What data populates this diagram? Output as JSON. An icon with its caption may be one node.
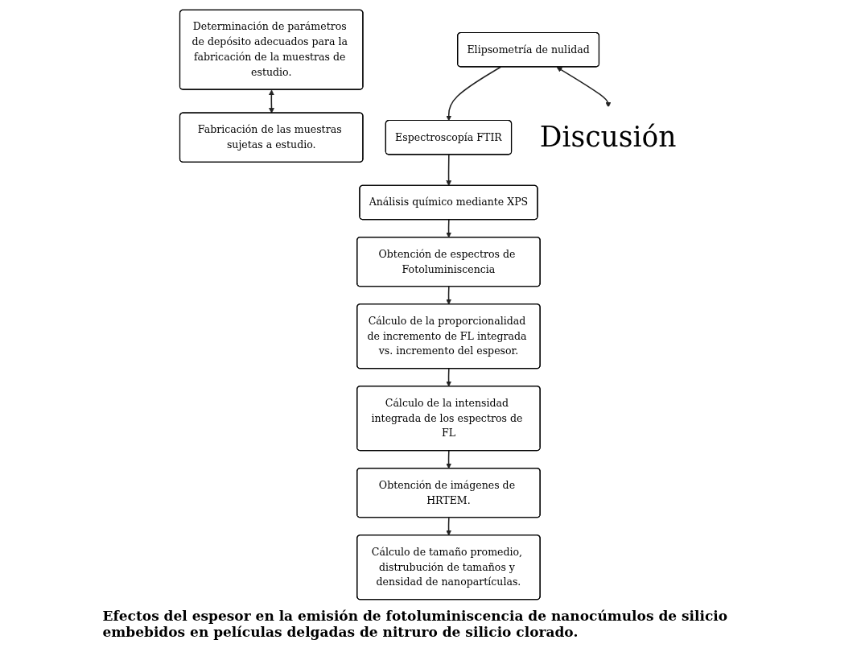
{
  "diagram": {
    "caption": "Efectos del espesor en la emisión de fotoluminiscencia de nanocúmulos de silicio embebidos en películas delgadas de nitruro de silicio clorado.",
    "nodes": [
      {
        "text": [
          "Determinación de parámetros de depósito adecuados para la fabricación de la muestras de estudio."
        ]
      },
      {
        "text": [
          "Fabricación de las muestras sujetas a estudio."
        ]
      },
      {
        "text": [
          "Elipsometría de nulidad"
        ]
      },
      {
        "text": [
          "Espectroscopía FTIR"
        ]
      },
      {
        "text": [
          "Análisis químico mediante XPS"
        ]
      },
      {
        "text": [
          "Obtención de espectros de Fotoluminiscencia"
        ]
      },
      {
        "text": [
          "Cálculo de la proporcionalidad de incremento de FL integrada vs. incremento del espesor."
        ]
      },
      {
        "text": [
          "Cálculo de la intensidad integrada de los espectros de FL"
        ]
      },
      {
        "text": [
          "Obtención de imágenes de HRTEM."
        ]
      },
      {
        "text": [
          "Cálculo de tamaño promedio, distrubución de tamaños y densidad de nanopartículas."
        ]
      },
      {
        "text": [
          "Discusión"
        ]
      }
    ],
    "edges": [
      {
        "from": 0,
        "to": 1,
        "arrow": "both"
      },
      {
        "from": 2,
        "to": 3,
        "arrow": "to"
      },
      {
        "from": 3,
        "to": 4,
        "arrow": "to"
      },
      {
        "from": 4,
        "to": 5,
        "arrow": "to"
      },
      {
        "from": 5,
        "to": 6,
        "arrow": "to"
      },
      {
        "from": 6,
        "to": 7,
        "arrow": "to"
      },
      {
        "from": 7,
        "to": 8,
        "arrow": "to"
      },
      {
        "from": 8,
        "to": 9,
        "arrow": "to"
      },
      {
        "from": 2,
        "to": 10,
        "arrow": "both"
      }
    ]
  }
}
